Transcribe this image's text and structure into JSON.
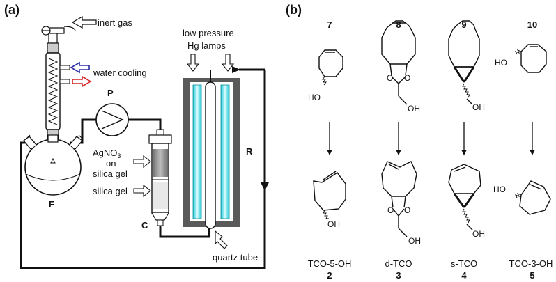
{
  "panel_a": {
    "label": "(a)",
    "inert_gas": "inert gas",
    "water_cooling": "water cooling",
    "pump": "P",
    "flask": "F",
    "column": "C",
    "reactor": "R",
    "lamps_line1": "low pressure",
    "lamps_line2": "Hg lamps",
    "agno3": "AgNO",
    "agno3_sub": "3",
    "on": "on",
    "silica_gel_1": "silica gel",
    "silica_gel_2": "silica gel",
    "quartz_tube": "quartz tube"
  },
  "panel_b": {
    "label": "(b)",
    "compounds": [
      {
        "top_number": "7",
        "name": "TCO-5-OH",
        "bottom_number": "2",
        "substituent": "HO",
        "product_substituent": "OH"
      },
      {
        "top_number": "8",
        "name": "d-TCO",
        "bottom_number": "3",
        "substituent": "OH",
        "product_substituent": "OH"
      },
      {
        "top_number": "9",
        "name": "s-TCO",
        "bottom_number": "4",
        "substituent": "OH",
        "product_substituent": "OH"
      },
      {
        "top_number": "10",
        "name": "TCO-3-OH",
        "bottom_number": "5",
        "substituent": "HO",
        "product_substituent": "HO"
      }
    ],
    "ring_oxygen": "O"
  },
  "colors": {
    "water_in": "#2b2ba8",
    "water_out": "#d42020",
    "lamp_glow": "#33e0ea",
    "reactor_wall": "#555555",
    "column_fill": "#8a8a8a"
  }
}
